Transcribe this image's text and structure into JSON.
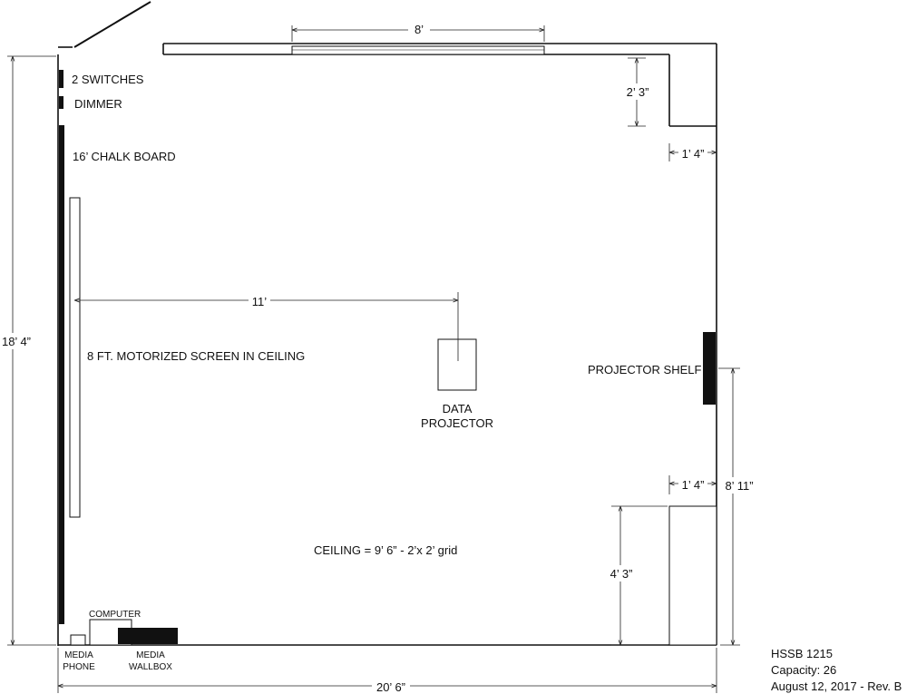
{
  "dimensions": {
    "window_width": "8’",
    "alcove_depth": "2’ 3”",
    "alcove_width": "1’ 4”",
    "room_depth": "18’ 4”",
    "screen_to_projector": "11’",
    "shelf_height": "8’ 11”",
    "column_width": "1’ 4”",
    "column_height": "4’ 3”",
    "room_width": "20’ 6”"
  },
  "labels": {
    "switches": "2 SWITCHES",
    "dimmer": "DIMMER",
    "chalkboard": "16’ CHALK BOARD",
    "screen": "8 FT. MOTORIZED SCREEN IN CEILING",
    "projector_line1": "DATA",
    "projector_line2": "PROJECTOR",
    "projector_shelf": "PROJECTOR SHELF",
    "ceiling": "CEILING = 9’ 6” - 2’x 2’ grid",
    "computer": "COMPUTER",
    "media_phone_line1": "MEDIA",
    "media_phone_line2": "PHONE",
    "media_wallbox_line1": "MEDIA",
    "media_wallbox_line2": "WALLBOX"
  },
  "info": {
    "room": "HSSB 1215",
    "capacity": "Capacity: 26",
    "revision": "August 12, 2017 - Rev. B"
  }
}
